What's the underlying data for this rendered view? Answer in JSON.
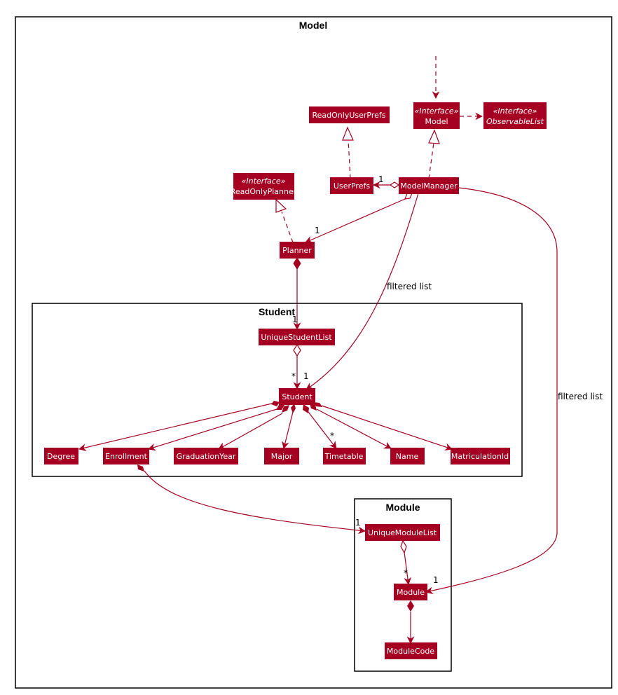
{
  "colors": {
    "node_fill": "#A50021",
    "edge": "#A50021",
    "text_on_node": "#FFFFFF"
  },
  "packages": {
    "model": "Model",
    "student": "Student",
    "module": "Module"
  },
  "nodes": {
    "model_interface": {
      "stereotype": "«Interface»",
      "name": "Model"
    },
    "observable_list": {
      "stereotype": "«Interface»",
      "name": "ObservableList"
    },
    "read_only_user_prefs": {
      "name": "ReadOnlyUserPrefs"
    },
    "read_only_planner": {
      "stereotype": "«Interface»",
      "name": "ReadOnlyPlanner"
    },
    "user_prefs": {
      "name": "UserPrefs"
    },
    "model_manager": {
      "name": "ModelManager"
    },
    "planner": {
      "name": "Planner"
    },
    "unique_student_list": {
      "name": "UniqueStudentList"
    },
    "student": {
      "name": "Student"
    },
    "degree": {
      "name": "Degree"
    },
    "enrollment": {
      "name": "Enrollment"
    },
    "graduation_year": {
      "name": "GraduationYear"
    },
    "major": {
      "name": "Major"
    },
    "timetable": {
      "name": "Timetable"
    },
    "name": {
      "name": "Name"
    },
    "matriculation_id": {
      "name": "MatriculationId"
    },
    "unique_module_list": {
      "name": "UniqueModuleList"
    },
    "module": {
      "name": "Module"
    },
    "module_code": {
      "name": "ModuleCode"
    }
  },
  "edge_labels": {
    "filtered_list_student": "filtered list",
    "filtered_list_module": "filtered list"
  },
  "multiplicities": {
    "user_prefs_one": "1",
    "planner_one": "1",
    "unique_student_list_one": "1",
    "student_many": "*",
    "student_one": "1",
    "timetable_many": "*",
    "unique_module_list_one": "1",
    "module_many": "*",
    "module_one": "1"
  }
}
